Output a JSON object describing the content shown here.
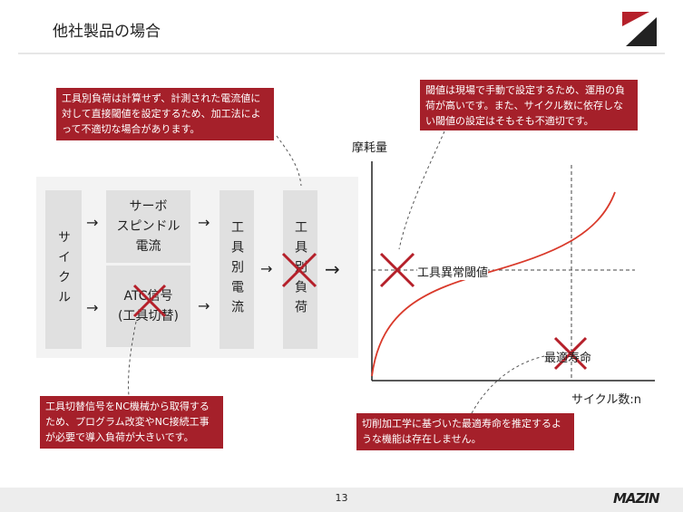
{
  "header": {
    "title": "他社製品の場合"
  },
  "flow": {
    "cycle": "サイクル",
    "servo": "サーボ\nスピンドル\n電流",
    "atc": "ATC信号\n(工具切替)",
    "tool_current": "工具別電流",
    "tool_load": "工具別負荷",
    "arrow": "→"
  },
  "chart": {
    "ylabel": "摩耗量",
    "xlabel": "サイクル数:n",
    "threshold_label": "工具異常閾値",
    "optimal_label": "最適寿命"
  },
  "callouts": [
    "工具別負荷は計算せず、計測された電流値に対して直接閾値を設定するため、加工法によって不適切な場合があります。",
    "閾値は現場で手動で設定するため、運用の負荷が高いです。また、サイクル数に依存しない閾値の設定はそもそも不適切です。",
    "工具切替信号をNC機械から取得するため、プログラム改変やNC接続工事が必要で導入負荷が大きいです。",
    "切削加工学に基づいた最適寿命を推定するような機能は存在しません。"
  ],
  "footer": {
    "page": "13",
    "logo": "MAZIN"
  },
  "colors": {
    "accent": "#a5202a"
  }
}
